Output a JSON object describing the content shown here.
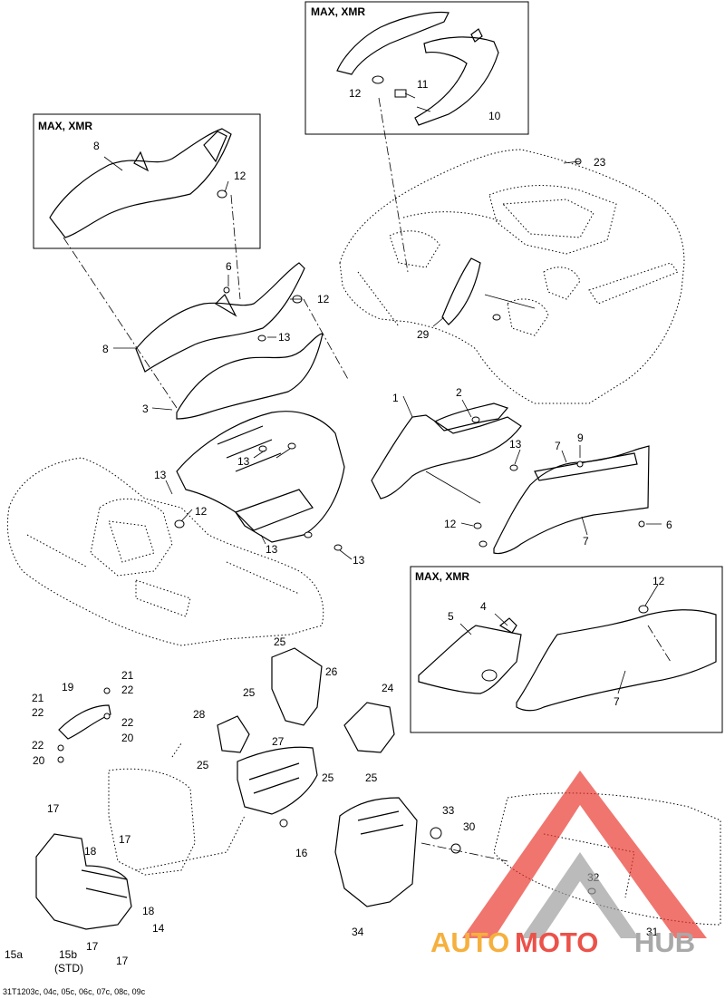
{
  "inset_boxes": [
    {
      "id": "top",
      "title": "MAX, XMR"
    },
    {
      "id": "left",
      "title": "MAX, XMR"
    },
    {
      "id": "right",
      "title": "MAX, XMR"
    }
  ],
  "callouts": {
    "c1": "1",
    "c2": "2",
    "c3": "3",
    "c4": "4",
    "c5": "5",
    "c6a": "6",
    "c6b": "6",
    "c7a": "7",
    "c7b": "7",
    "c7c": "7",
    "c8a": "8",
    "c8b": "8",
    "c9": "9",
    "c10": "10",
    "c11": "11",
    "c12a": "12",
    "c12b": "12",
    "c12c": "12",
    "c12d": "12",
    "c12e": "12",
    "c12f": "12",
    "c13a": "13",
    "c13b": "13",
    "c13c": "13",
    "c13d": "13",
    "c13e": "13",
    "c13f": "13",
    "c14": "14",
    "c15a": "15a",
    "c15b": "15b",
    "c15b_note": "(STD)",
    "c16": "16",
    "c17a": "17",
    "c17b": "17",
    "c17c": "17",
    "c17d": "17",
    "c18a": "18",
    "c18b": "18",
    "c19": "19",
    "c20a": "20",
    "c20b": "20",
    "c21a": "21",
    "c21b": "21",
    "c22a": "22",
    "c22b": "22",
    "c22c": "22",
    "c22d": "22",
    "c23": "23",
    "c24": "24",
    "c25a": "25",
    "c25b": "25",
    "c25c": "25",
    "c25d": "25",
    "c25e": "25",
    "c26": "26",
    "c27": "27",
    "c28": "28",
    "c29": "29",
    "c30": "30",
    "c31": "31",
    "c32": "32",
    "c33": "33",
    "c34": "34"
  },
  "footer": {
    "ref": "31T1203c, 04c, 05c, 06c, 07c, 08c, 09c"
  },
  "watermark": {
    "text_auto": "AUTO",
    "text_moto": "MOTO",
    "text_hub": "HUB",
    "color_red": "#e8342b",
    "color_orange": "#f4a31c",
    "color_gray": "#9b9b9b"
  }
}
